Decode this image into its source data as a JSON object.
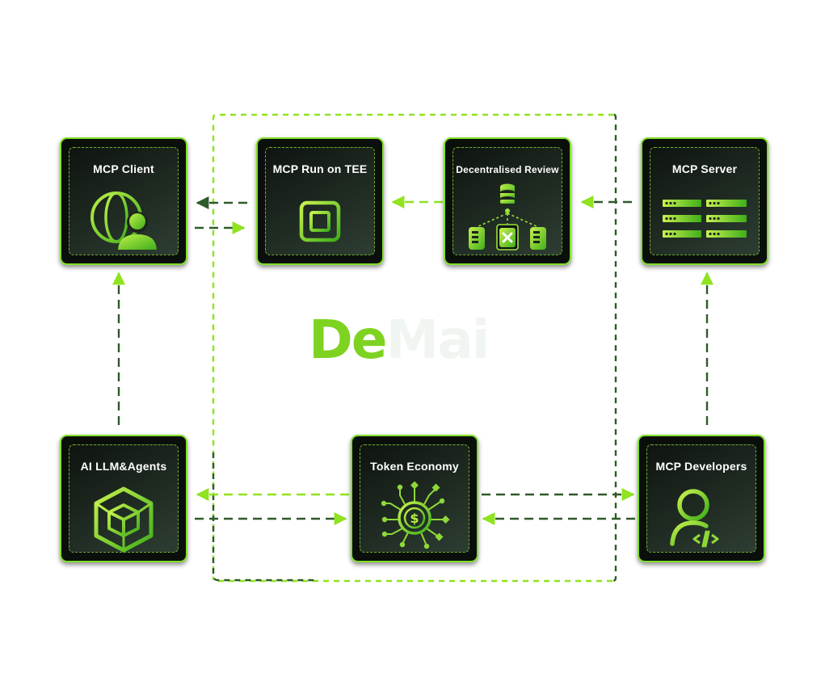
{
  "brand": {
    "lead": "De",
    "tail": "Mai"
  },
  "nodes": {
    "mcp_client": {
      "label": "MCP Client",
      "icon": "globe-user-icon"
    },
    "mcp_run_tee": {
      "label": "MCP Run on TEE",
      "icon": "chip-icon"
    },
    "decentralised_review": {
      "label": "Decentralised Review",
      "icon": "database-review-icon"
    },
    "mcp_server": {
      "label": "MCP Server",
      "icon": "server-rack-icon"
    },
    "ai_llm_agents": {
      "label": "AI LLM&Agents",
      "icon": "cube-icon"
    },
    "token_economy": {
      "label": "Token Economy",
      "icon": "token-network-icon"
    },
    "mcp_developers": {
      "label": "MCP Developers",
      "icon": "developer-icon"
    }
  },
  "colors": {
    "accent_light": "#8fe31f",
    "accent_dark": "#2f5a2a",
    "card_bg": "#0b0f0c",
    "card_border": "#80e02a"
  }
}
